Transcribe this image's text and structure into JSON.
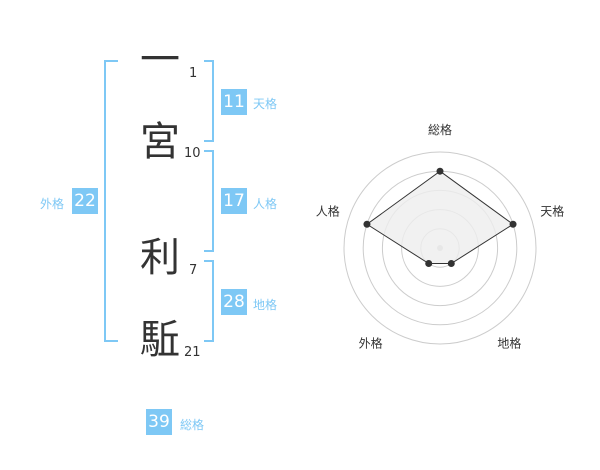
{
  "name": {
    "chars": [
      {
        "char": "一",
        "strokes": "1"
      },
      {
        "char": "宮",
        "strokes": "10"
      },
      {
        "char": "利",
        "strokes": "7"
      },
      {
        "char": "駈",
        "strokes": "21"
      }
    ]
  },
  "kakusu": {
    "tenkaku": {
      "value": "11",
      "label": "天格"
    },
    "jinkaku": {
      "value": "17",
      "label": "人格"
    },
    "chikaku": {
      "value": "28",
      "label": "地格"
    },
    "gaikaku": {
      "value": "22",
      "label": "外格"
    },
    "soukaku": {
      "value": "39",
      "label": "総格"
    }
  },
  "radar": {
    "axes": [
      "総格",
      "天格",
      "地格",
      "外格",
      "人格"
    ],
    "values": [
      4,
      4,
      1,
      1,
      4
    ],
    "max": 5,
    "colors": {
      "ring": "#cccccc",
      "fill": "#eeeeee",
      "line": "#333333",
      "dot": "#333333",
      "center": "#cccccc"
    }
  }
}
